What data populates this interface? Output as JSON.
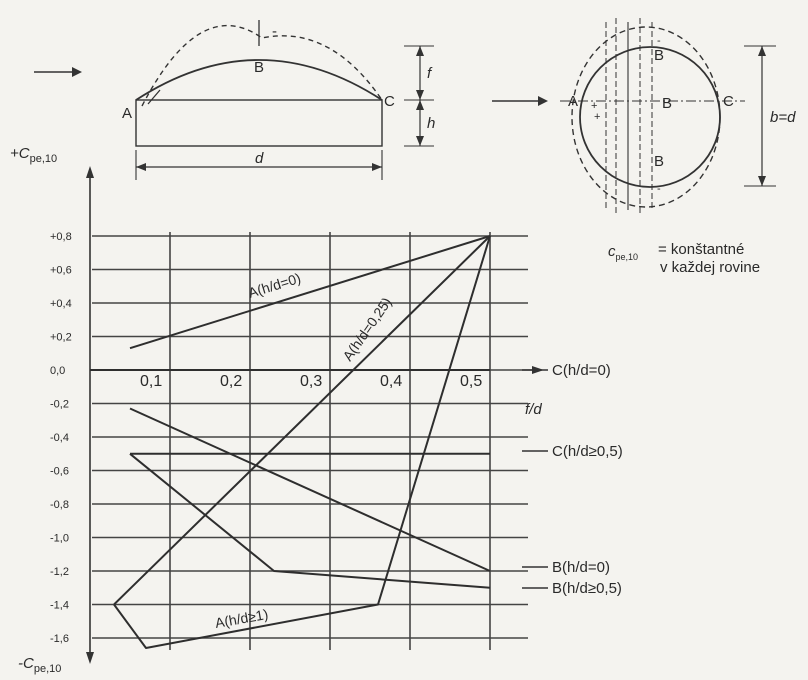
{
  "chart_data": {
    "type": "line",
    "ylabel_top": "+C",
    "ylabel_top_sub": "pe,10",
    "ylabel_bottom": "-C",
    "ylabel_bottom_sub": "pe,10",
    "xlabel": "f/d",
    "xlim": [
      0.0,
      0.5
    ],
    "ylim": [
      -1.7,
      0.8
    ],
    "grid": true,
    "x_ticks": [
      {
        "value": 0.1,
        "label": "0,1"
      },
      {
        "value": 0.2,
        "label": "0,2"
      },
      {
        "value": 0.3,
        "label": "0,3"
      },
      {
        "value": 0.4,
        "label": "0,4"
      },
      {
        "value": 0.5,
        "label": "0,5"
      }
    ],
    "y_ticks": [
      {
        "value": 0.8,
        "label": "+0,8"
      },
      {
        "value": 0.6,
        "label": "+0,6"
      },
      {
        "value": 0.4,
        "label": "+0,4"
      },
      {
        "value": 0.2,
        "label": "+0,2"
      },
      {
        "value": 0.0,
        "label": "0,0"
      },
      {
        "value": -0.2,
        "label": "-0,2"
      },
      {
        "value": -0.4,
        "label": "-0,4"
      },
      {
        "value": -0.6,
        "label": "-0,6"
      },
      {
        "value": -0.8,
        "label": "-0,8"
      },
      {
        "value": -1.0,
        "label": "-1,0"
      },
      {
        "value": -1.2,
        "label": "-1,2"
      },
      {
        "value": -1.4,
        "label": "-1,4"
      },
      {
        "value": -1.6,
        "label": "-1,6"
      }
    ],
    "series": [
      {
        "name": "A(h/d=0)",
        "points": [
          [
            0.05,
            0.13
          ],
          [
            0.5,
            0.8
          ]
        ]
      },
      {
        "name": "A(h/d=0,25)",
        "points": [
          [
            0.03,
            -1.4
          ],
          [
            0.5,
            0.8
          ]
        ]
      },
      {
        "name": "A(h/d≥1)",
        "points": [
          [
            0.03,
            -1.4
          ],
          [
            0.07,
            -1.66
          ],
          [
            0.36,
            -1.4
          ],
          [
            0.5,
            0.8
          ]
        ]
      },
      {
        "name": "B(h/d=0)",
        "points": [
          [
            0.05,
            -0.23
          ],
          [
            0.5,
            -1.2
          ]
        ]
      },
      {
        "name": "B(h/d≥0,5)",
        "points": [
          [
            0.05,
            -0.5
          ],
          [
            0.23,
            -1.2
          ],
          [
            0.5,
            -1.3
          ]
        ]
      },
      {
        "name": "C(h/d≥0,5)",
        "points": [
          [
            0.05,
            -0.5
          ],
          [
            0.5,
            -0.5
          ]
        ]
      },
      {
        "name": "C(h/d=0)",
        "points": [
          [
            0.0,
            0.0
          ],
          [
            0.5,
            0.0
          ]
        ]
      }
    ]
  },
  "labels": {
    "curve_a0": "A(h/d=0)",
    "curve_a025": "A(h/d=0,25)",
    "curve_a1": "A(h/d≥1)",
    "right_c0": "C(h/d=0)",
    "right_c05": "C(h/d≥0,5)",
    "right_b0": "B(h/d=0)",
    "right_b05": "B(h/d≥0,5)"
  },
  "diagrams": {
    "point_a": "A",
    "point_b": "B",
    "point_c": "C",
    "dim_f": "f",
    "dim_h": "h",
    "dim_d": "d",
    "dim_bd": "b=d",
    "minus": "-",
    "plus": "+"
  },
  "note": {
    "symbol": "c",
    "symbol_sub": "pe,10",
    "line1": "= konštantné",
    "line2": "v každej rovine"
  }
}
